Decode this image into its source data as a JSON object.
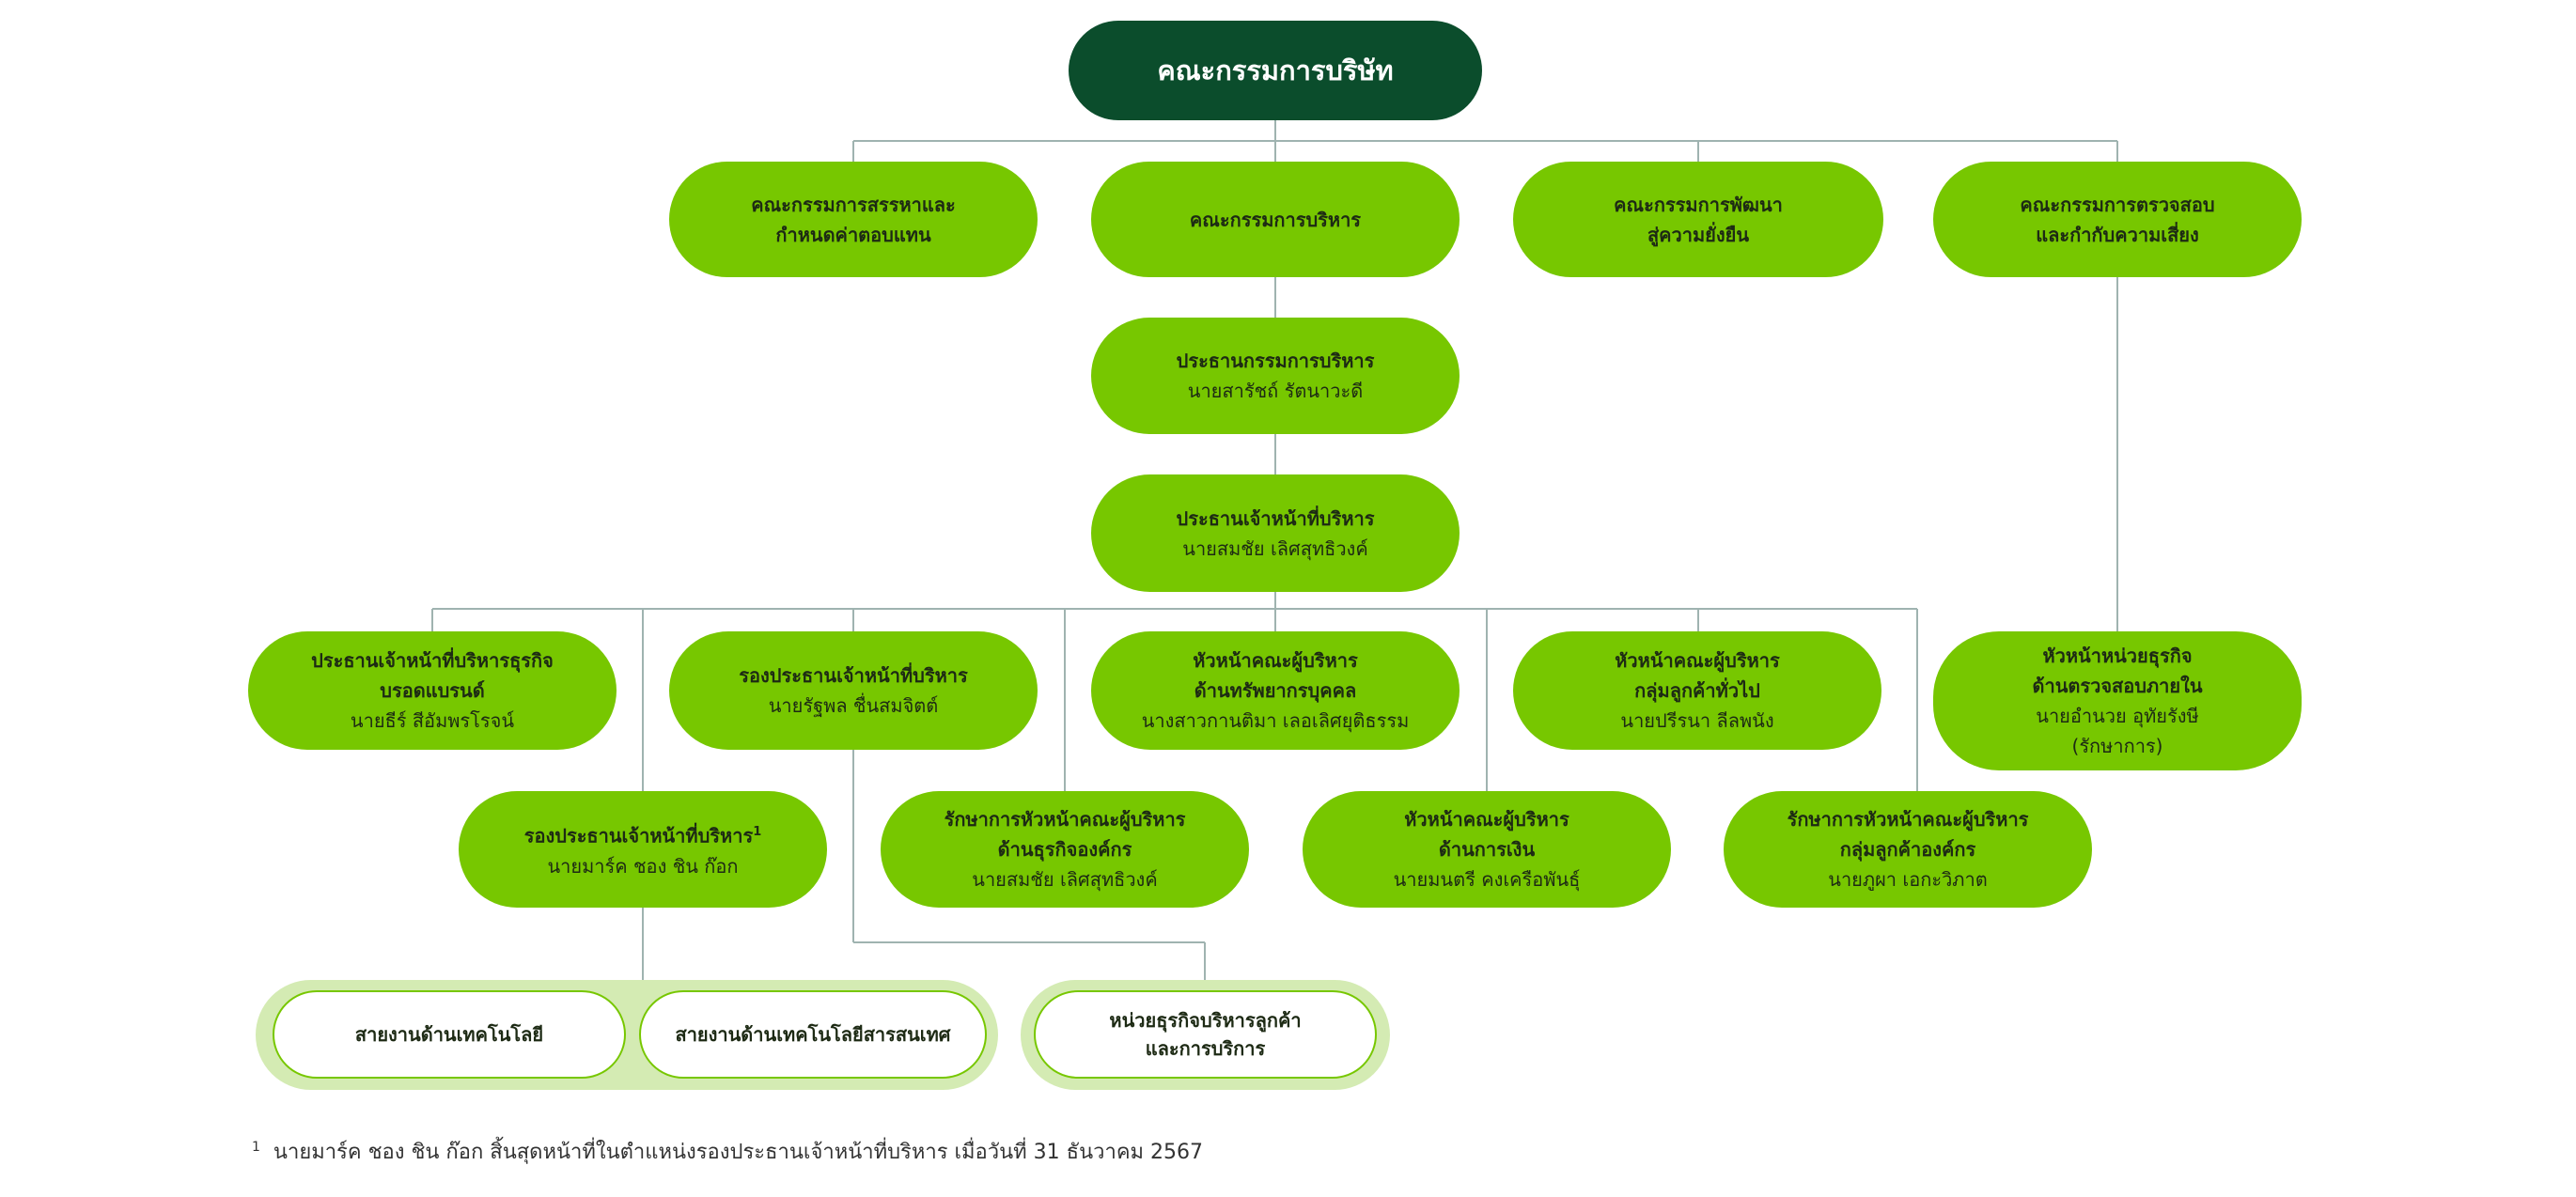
{
  "colors": {
    "dark_green": "#0b4d2c",
    "green": "#77c700",
    "light_green": "#d4ebb3",
    "line": "#9fb3b0"
  },
  "board": {
    "title": "คณะกรรมการบริษัท"
  },
  "committees": [
    {
      "line1": "คณะกรรมการสรรหาและ",
      "line2": "กำหนดค่าตอบแทน"
    },
    {
      "line1": "คณะกรรมการบริหาร"
    },
    {
      "line1": "คณะกรรมการพัฒนา",
      "line2": "สู่ความยั่งยืน"
    },
    {
      "line1": "คณะกรรมการตรวจสอบ",
      "line2": "และกำกับความเสี่ยง"
    }
  ],
  "exec_chair": {
    "title": "ประธานกรรมการบริหาร",
    "person": "นายสารัชถ์ รัตนาวะดี"
  },
  "ceo": {
    "title": "ประธานเจ้าหน้าที่บริหาร",
    "person": "นายสมชัย เลิศสุทธิวงค์"
  },
  "row4": [
    {
      "line1": "ประธานเจ้าหน้าที่บริหารธุรกิจ",
      "line2": "บรอดแบรนด์",
      "person": "นายธีร์ สีอัมพรโรจน์"
    },
    {
      "line1": "รองประธานเจ้าหน้าที่บริหาร",
      "person": "นายรัฐพล ชื่นสมจิตต์"
    },
    {
      "line1": "หัวหน้าคณะผู้บริหาร",
      "line2": "ด้านทรัพยากรบุคคล",
      "person": "นางสาวกานติมา เลอเลิศยุติธรรม"
    },
    {
      "line1": "หัวหน้าคณะผู้บริหาร",
      "line2": "กลุ่มลูกค้าทั่วไป",
      "person": "นายปรีรนา ลีลพนัง"
    },
    {
      "line1": "หัวหน้าหน่วยธุรกิจ",
      "line2": "ด้านตรวจสอบภายใน",
      "person": "นายอำนวย อุทัยรังษี",
      "person2": "(รักษาการ)"
    }
  ],
  "row5": [
    {
      "line1": "รองประธานเจ้าหน้าที่บริหาร",
      "sup": "1",
      "person": "นายมาร์ค ชอง ชิน ก๊อก"
    },
    {
      "line1": "รักษาการหัวหน้าคณะผู้บริหาร",
      "line2": "ด้านธุรกิจองค์กร",
      "person": "นายสมชัย เลิศสุทธิวงค์"
    },
    {
      "line1": "หัวหน้าคณะผู้บริหาร",
      "line2": "ด้านการเงิน",
      "person": "นายมนตรี คงเครือพันธุ์"
    },
    {
      "line1": "รักษาการหัวหน้าคณะผู้บริหาร",
      "line2": "กลุ่มลูกค้าองค์กร",
      "person": "นายภูผา เอกะวิภาต"
    }
  ],
  "units": {
    "tech": "สายงานด้านเทคโนโลยี",
    "it": "สายงานด้านเทคโนโลยีสารสนเทศ",
    "customer_line1": "หน่วยธุรกิจบริหารลูกค้า",
    "customer_line2": "และการบริการ"
  },
  "footnote": {
    "marker": "1",
    "text": "นายมาร์ค ชอง ชิน ก๊อก สิ้นสุดหน้าที่ในตำแหน่งรองประธานเจ้าหน้าที่บริหาร เมื่อวันที่ 31 ธันวาคม 2567"
  }
}
